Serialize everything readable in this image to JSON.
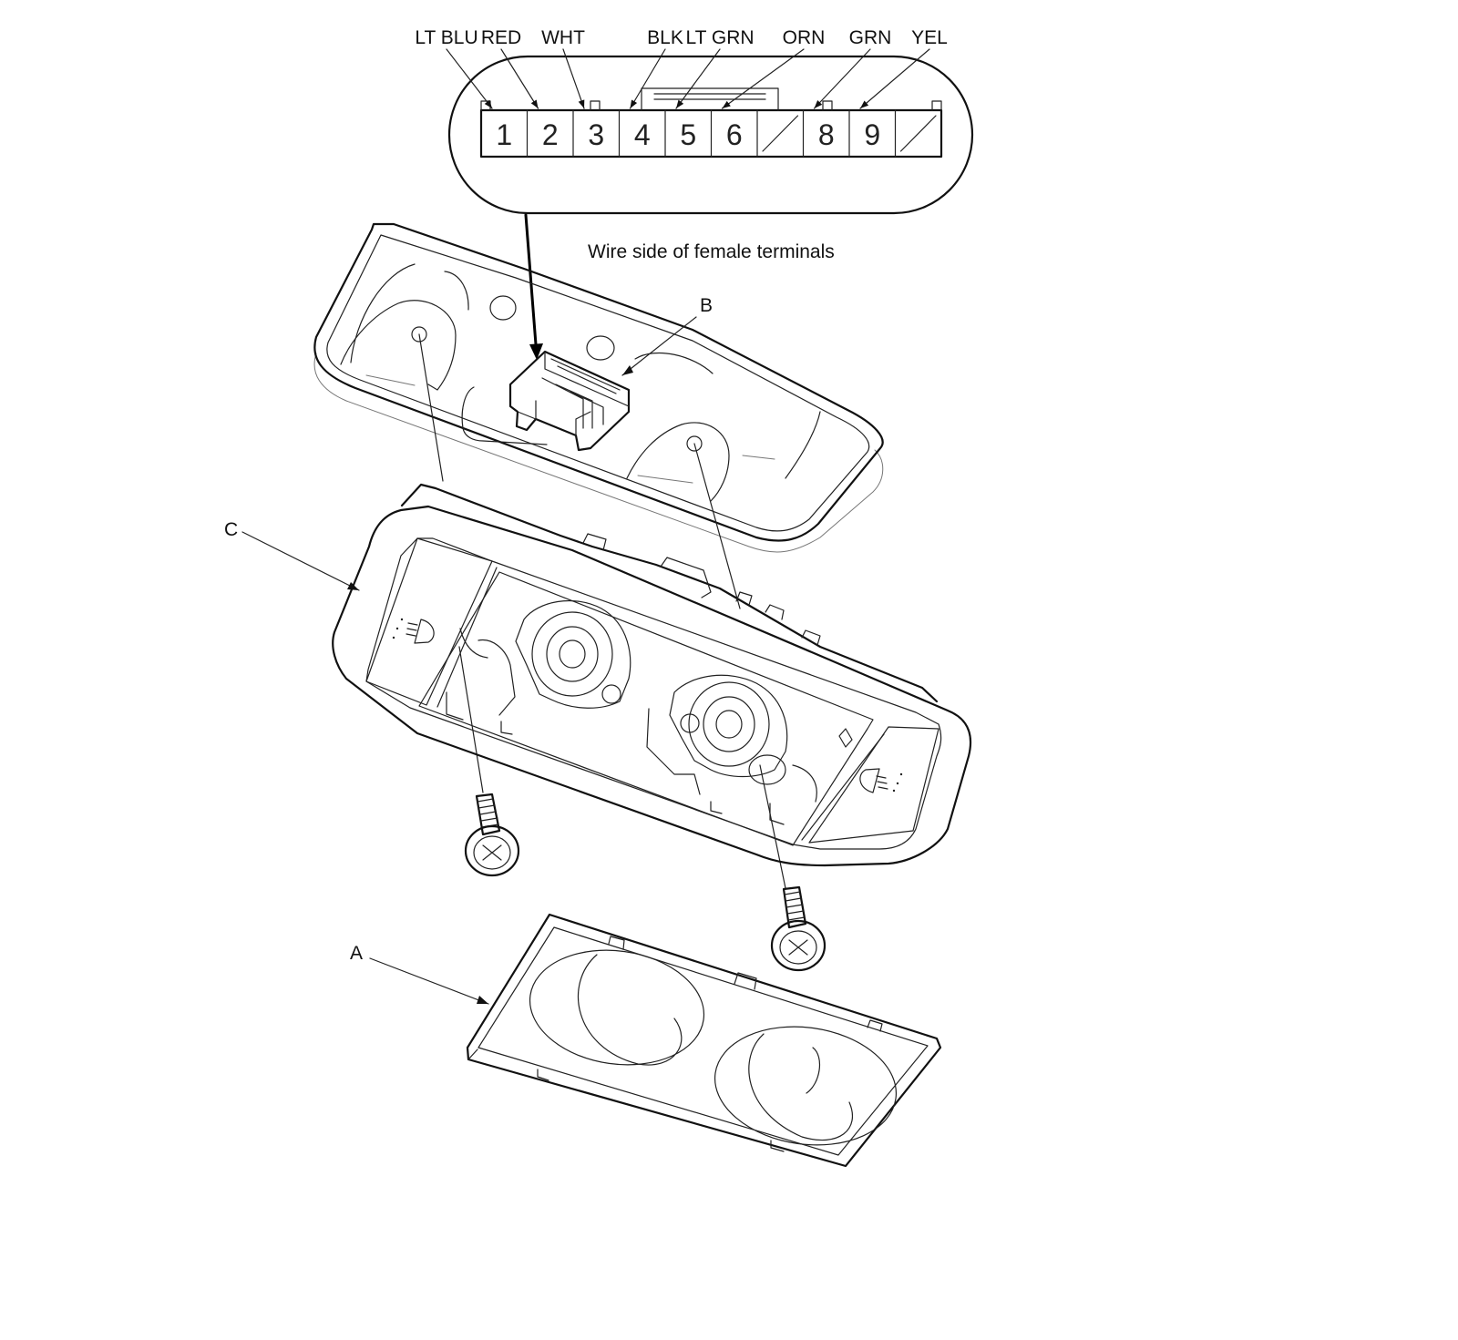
{
  "connector": {
    "wire_labels": [
      "LT BLU",
      "RED",
      "WHT",
      "BLK",
      "LT GRN",
      "ORN",
      "GRN",
      "YEL"
    ],
    "pins": [
      {
        "number": "1",
        "wire": "LT BLU"
      },
      {
        "number": "2",
        "wire": "RED"
      },
      {
        "number": "3",
        "wire": "WHT"
      },
      {
        "number": "4",
        "wire": "BLK"
      },
      {
        "number": "5",
        "wire": "LT GRN"
      },
      {
        "number": "6",
        "wire": "ORN"
      },
      {
        "number": "",
        "wire": ""
      },
      {
        "number": "8",
        "wire": "GRN"
      },
      {
        "number": "9",
        "wire": "YEL"
      },
      {
        "number": "",
        "wire": ""
      }
    ],
    "caption": "Wire side of female terminals"
  },
  "callouts": {
    "a": "A",
    "b": "B",
    "c": "C"
  }
}
